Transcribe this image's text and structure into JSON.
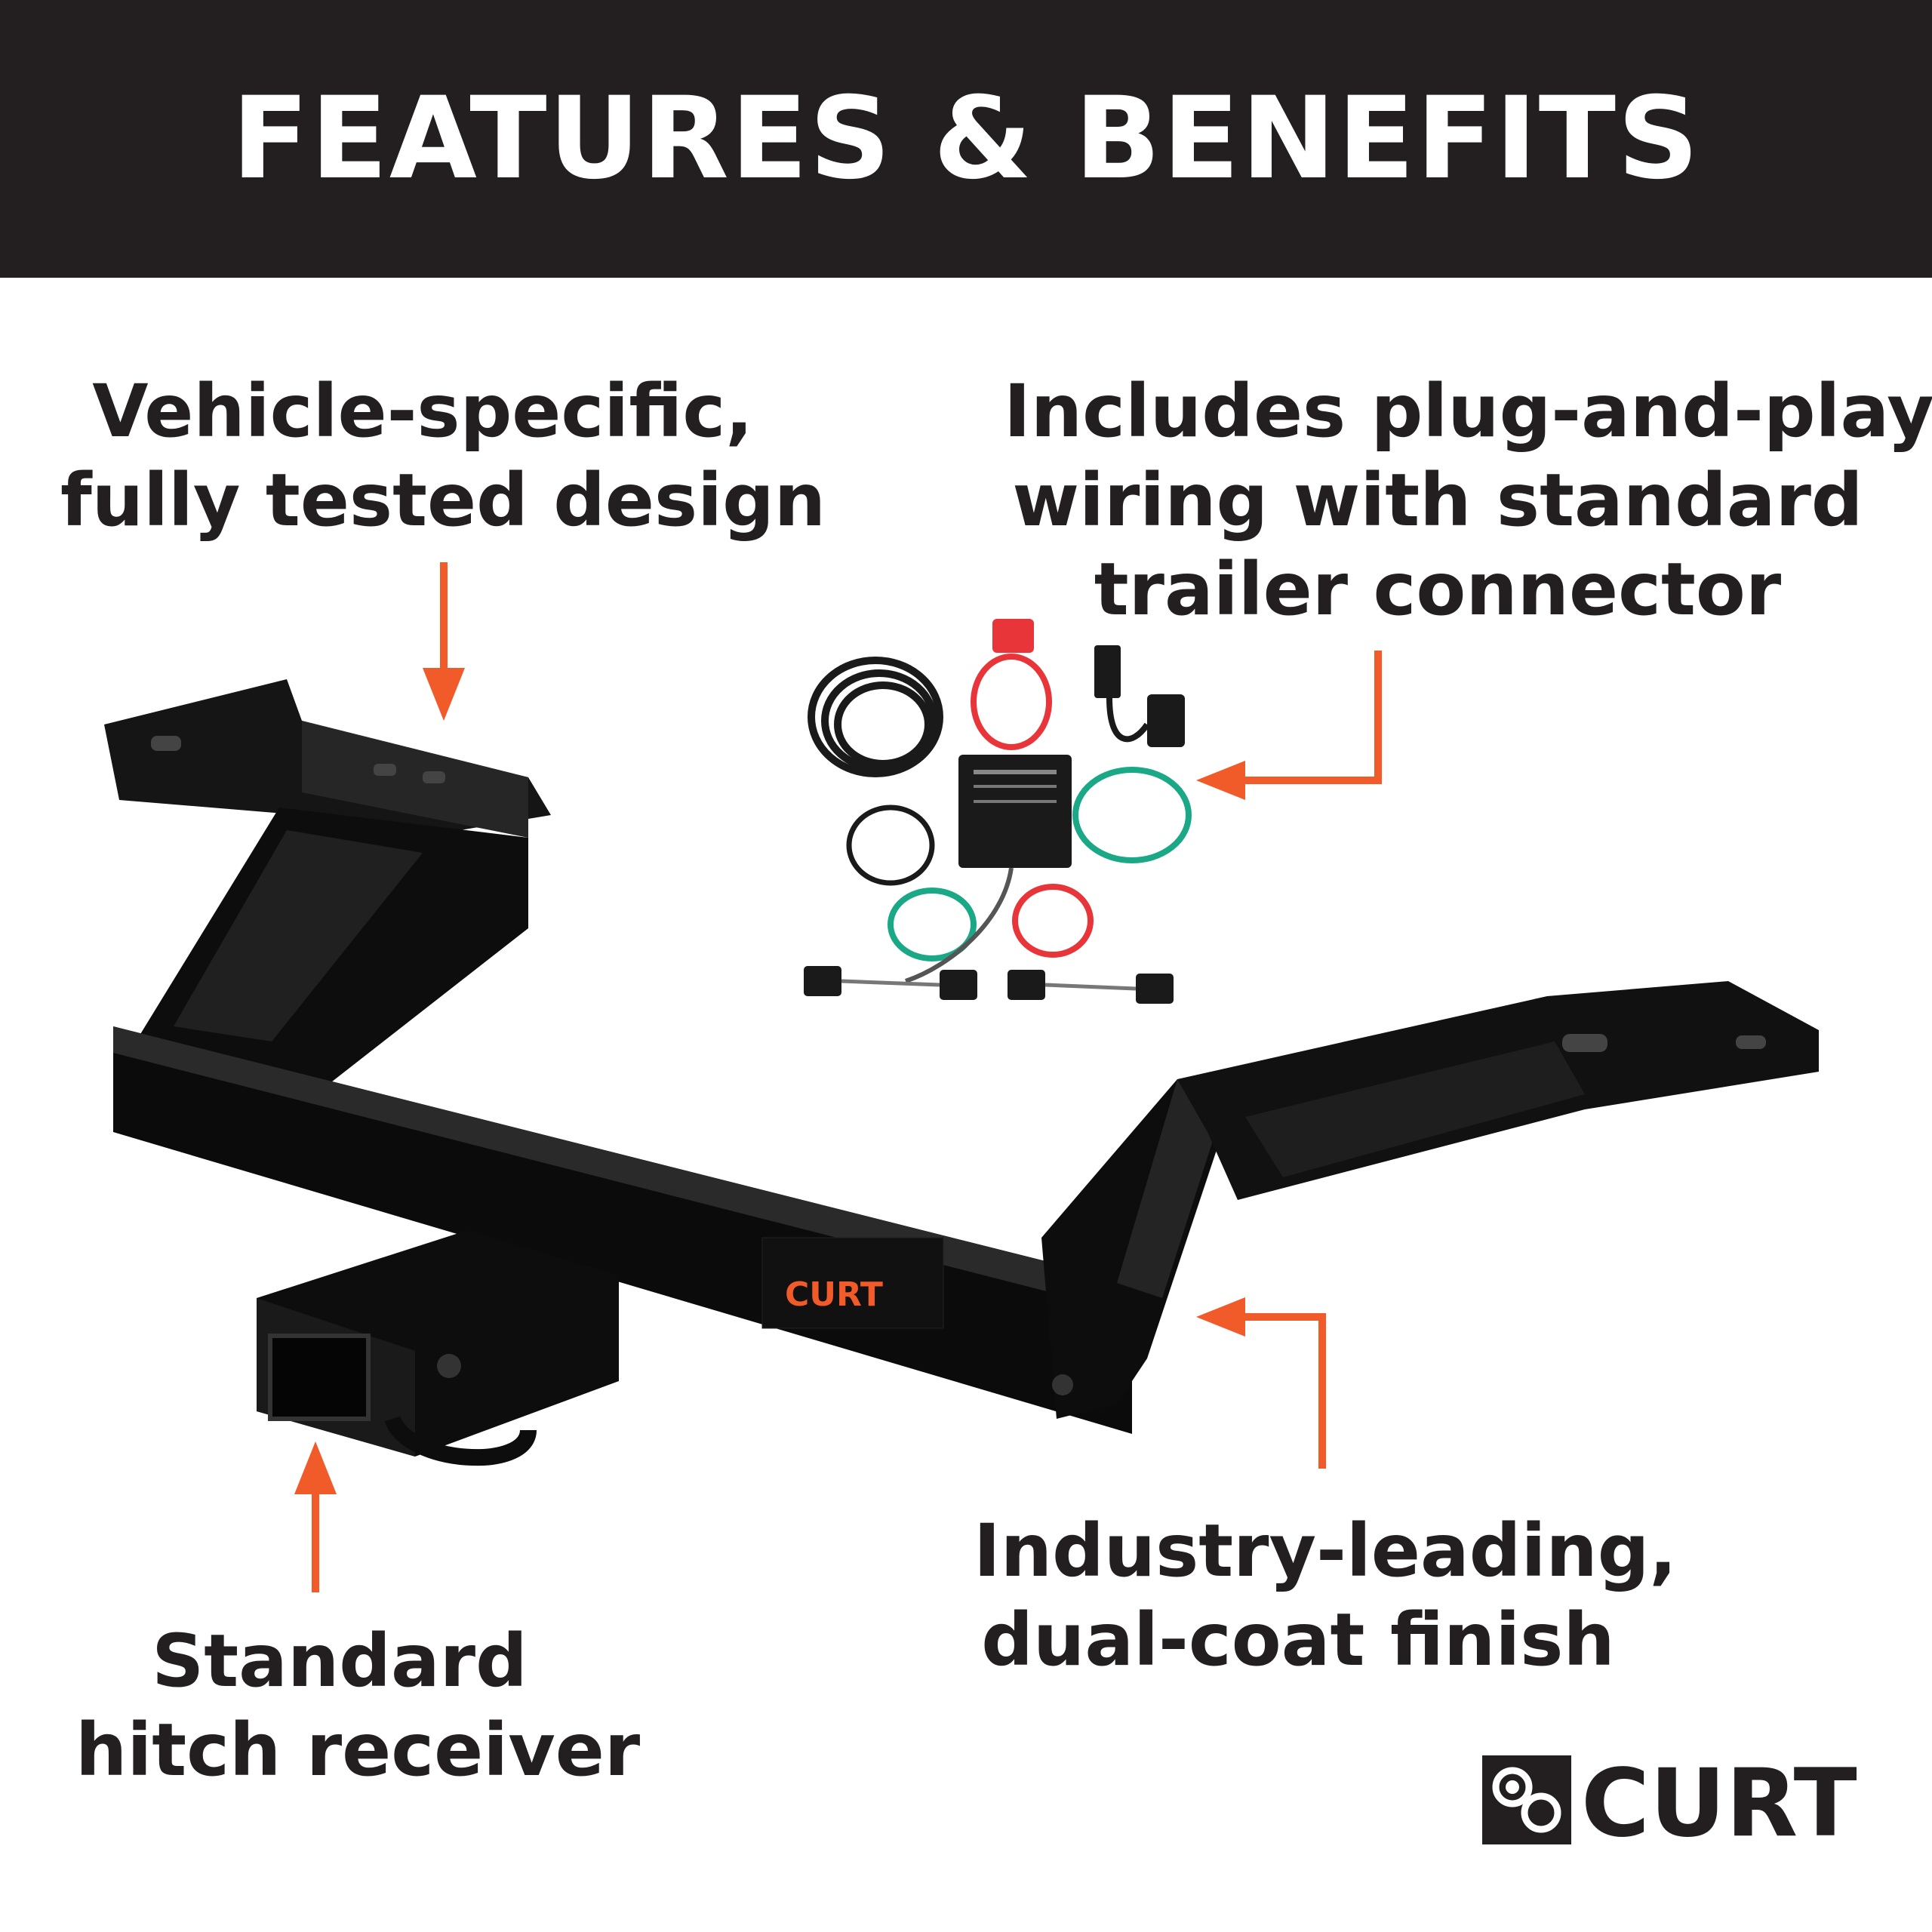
{
  "header": {
    "title": "FEATURES & BENEFITS",
    "background": "#231f20"
  },
  "callouts": {
    "design": [
      "Vehicle-specific,",
      "fully tested design"
    ],
    "wiring": [
      "Includes plug-and-play",
      "wiring with standard",
      "trailer connector"
    ],
    "finish": [
      "Industry-leading,",
      "dual-coat finish"
    ],
    "receiver": [
      "Standard",
      "hitch receiver"
    ]
  },
  "colors": {
    "arrow": "#f15a29",
    "hitch": "#0d0d0d",
    "wire_green": "#1aa887",
    "wire_red": "#e8353a"
  },
  "product": {
    "hitch_label": "CURT",
    "wiring_kit": "plug-and-play wiring harness"
  },
  "brand": {
    "logo_text": "CURT",
    "logo_icon": "curt-chain-link-icon"
  }
}
